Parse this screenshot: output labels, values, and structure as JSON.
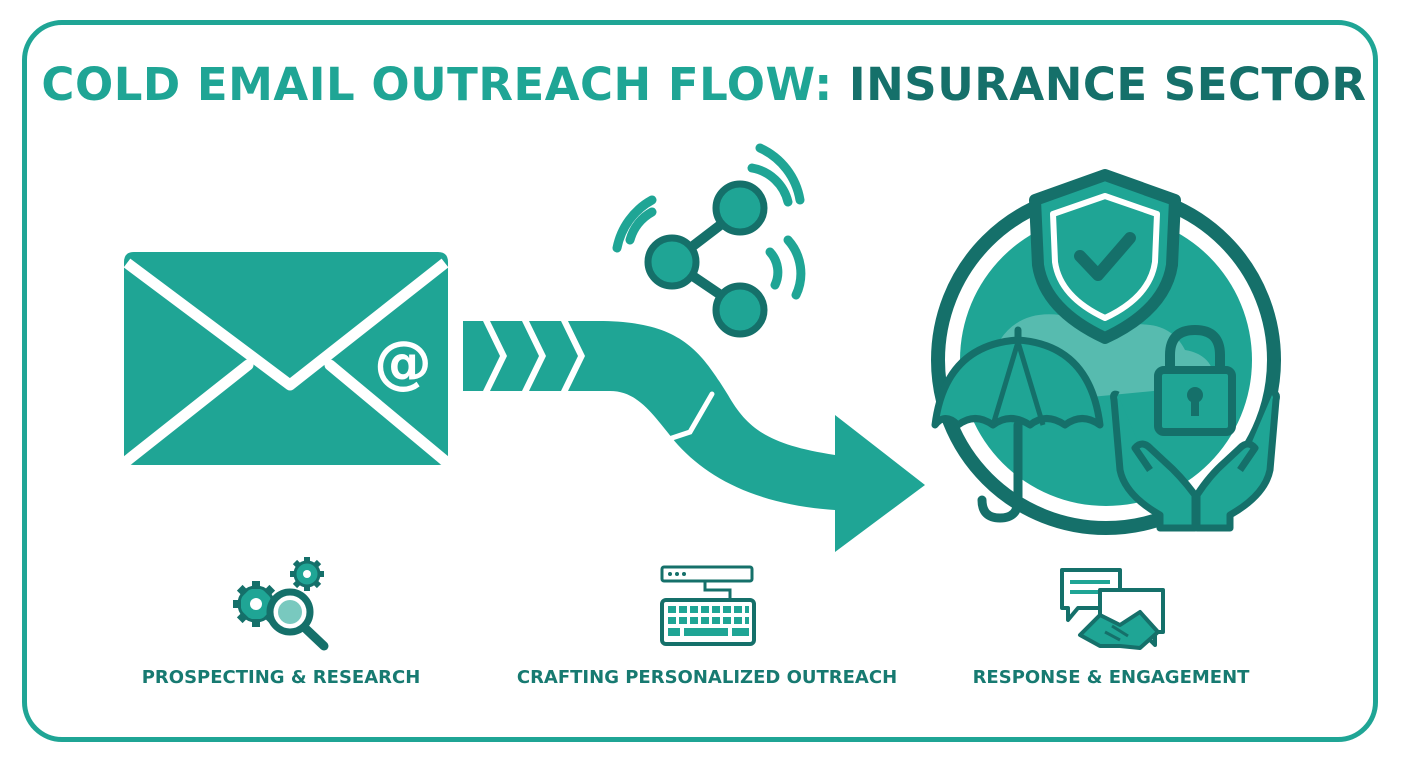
{
  "title": {
    "part1": "COLD EMAIL OUTREACH FLOW: ",
    "part2": "INSURANCE SECTOR"
  },
  "email": {
    "symbol": "@"
  },
  "steps": [
    {
      "label": "PROSPECTING & RESEARCH",
      "icon": "gears-magnifier-icon"
    },
    {
      "label": "CRAFTING PERSONALIZED OUTREACH",
      "icon": "keyboard-icon"
    },
    {
      "label": "RESPONSE & ENGAGEMENT",
      "icon": "chat-handshake-icon"
    }
  ],
  "colors": {
    "primary": "#1fa595",
    "dark": "#15706a",
    "label": "#177a71"
  }
}
